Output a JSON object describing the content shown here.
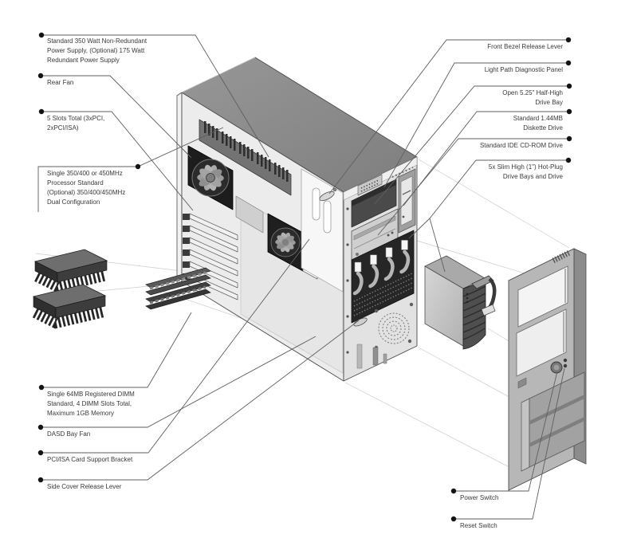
{
  "figure": {
    "description": "Exploded isometric diagram of tower server with callout labels",
    "colors": {
      "background": "#ffffff",
      "top_face": "#8b8b8b",
      "front_face": "#e2e2e2",
      "interior_face": "#ececec",
      "dark_component": "#262626",
      "bezel_front": "#b7b7b7",
      "leader_line": "#5f5f5f",
      "guide_line": "#cccccc",
      "label_text": "#3a3a3a",
      "bullet": "#141414"
    }
  },
  "labels": {
    "left": [
      {
        "name": "power-supply",
        "lines": [
          "Standard 350 Watt Non-Redundant",
          "Power Supply, (Optional) 175 Watt",
          "Redundant Power Supply"
        ]
      },
      {
        "name": "rear-fan",
        "lines": [
          "Rear Fan"
        ]
      },
      {
        "name": "slots",
        "lines": [
          "5 Slots Total (3xPCI,",
          "2xPCI/ISA)"
        ]
      },
      {
        "name": "processor",
        "lines": [
          "Single 350/400 or 450MHz",
          "Processor Standard",
          "(Optional) 350/400/450MHz",
          "Dual Configuration"
        ]
      },
      {
        "name": "dimm",
        "lines": [
          "Single 64MB Registered DIMM",
          "Standard, 4 DIMM Slots Total,",
          "Maximum 1GB Memory"
        ]
      },
      {
        "name": "dasd-bay-fan",
        "lines": [
          "DASD Bay Fan"
        ]
      },
      {
        "name": "pci-isa-bracket",
        "lines": [
          "PCI/ISA Card Support Bracket"
        ]
      },
      {
        "name": "side-cover-lever",
        "lines": [
          "Side Cover Release Lever"
        ]
      }
    ],
    "right": [
      {
        "name": "front-bezel-lever",
        "lines": [
          "Front Bezel Release Lever"
        ]
      },
      {
        "name": "light-path-panel",
        "lines": [
          "Light Path Diagnostic Panel"
        ]
      },
      {
        "name": "open-bay",
        "lines": [
          "Open 5.25\" Half-High",
          "Drive Bay"
        ]
      },
      {
        "name": "diskette-drive",
        "lines": [
          "Standard 1.44MB",
          "Diskette Drive"
        ]
      },
      {
        "name": "cdrom-drive",
        "lines": [
          "Standard IDE CD-ROM Drive"
        ]
      },
      {
        "name": "hotplug-drives",
        "lines": [
          "5x Slim High (1\") Hot-Plug",
          "Drive Bays and Drive"
        ]
      }
    ],
    "bottom": [
      {
        "name": "power-switch",
        "lines": [
          "Power Switch"
        ]
      },
      {
        "name": "reset-switch",
        "lines": [
          "Reset Switch"
        ]
      }
    ]
  }
}
